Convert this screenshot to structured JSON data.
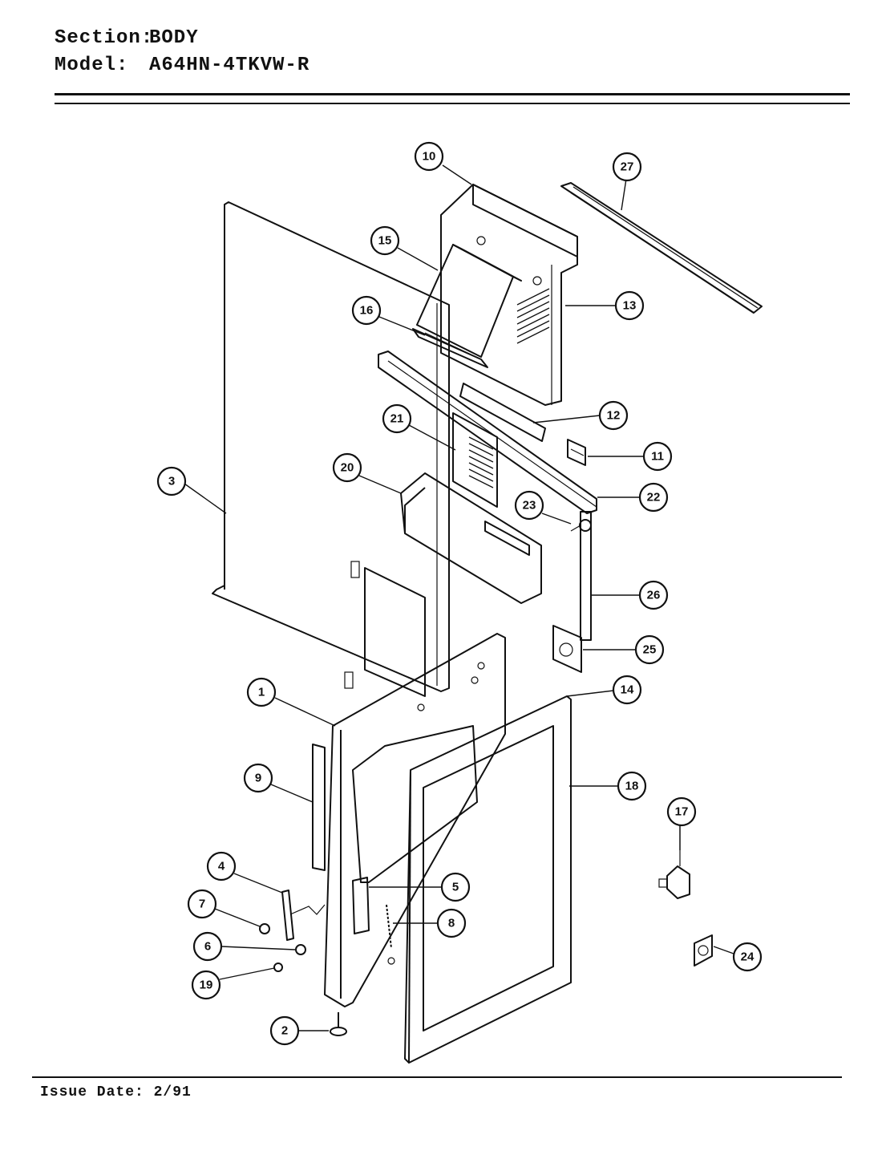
{
  "header": {
    "section_label": "Section:",
    "section_value": "BODY",
    "model_label": "Model:",
    "model_value": "A64HN-4TKVW-R"
  },
  "footer": {
    "issue_date": "Issue Date: 2/91"
  },
  "callouts": {
    "c1": "1",
    "c2": "2",
    "c3": "3",
    "c4": "4",
    "c5": "5",
    "c6": "6",
    "c7": "7",
    "c8": "8",
    "c9": "9",
    "c10": "10",
    "c11": "11",
    "c12": "12",
    "c13": "13",
    "c14": "14",
    "c15": "15",
    "c16": "16",
    "c17": "17",
    "c18": "18",
    "c19": "19",
    "c20": "20",
    "c21": "21",
    "c22": "22",
    "c23": "23",
    "c24": "24",
    "c25": "25",
    "c26": "26",
    "c27": "27"
  }
}
